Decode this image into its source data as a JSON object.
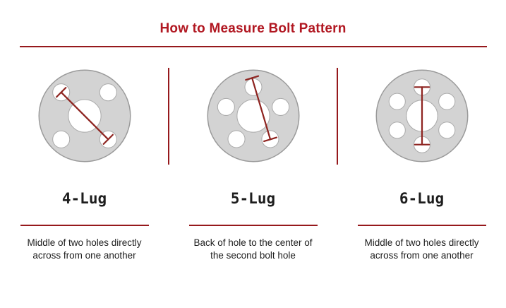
{
  "title": "How to Measure Bolt Pattern",
  "colors": {
    "title_red": "#b11721",
    "rule_red": "#96191c",
    "measure_red": "#8e2420",
    "hub_fill": "#d3d3d3",
    "hub_stroke": "#9a9a9a",
    "hole_fill": "#ffffff",
    "text_dark": "#1d1d1d"
  },
  "columns": [
    {
      "label": "4-Lug",
      "desc": [
        "Middle of two holes directly",
        "across from one another"
      ],
      "diagram": "4-lug-hub"
    },
    {
      "label": "5-Lug",
      "desc": [
        "Back of hole to the center of",
        "the second bolt hole"
      ],
      "diagram": "5-lug-hub"
    },
    {
      "label": "6-Lug",
      "desc": [
        "Middle of two holes directly",
        "across from one another"
      ],
      "diagram": "6-lug-hub"
    }
  ]
}
